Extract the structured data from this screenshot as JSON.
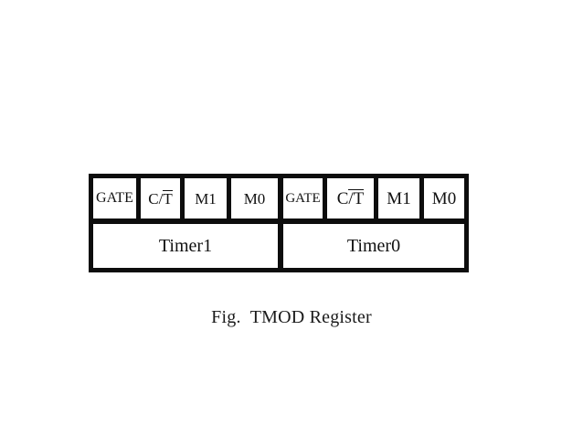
{
  "figure": {
    "caption": "Fig.  TMOD Register",
    "border_color": "#0d0d0d",
    "background_color": "#ffffff",
    "bit_row": {
      "timer1": {
        "group_label": "Timer1",
        "bits": [
          {
            "label": "GATE",
            "overbar": "none"
          },
          {
            "label": "C/T",
            "overbar": "narrow",
            "base": "C/",
            "barred": "T"
          },
          {
            "label": "M1",
            "overbar": "none"
          },
          {
            "label": "M0",
            "overbar": "none"
          }
        ]
      },
      "timer0": {
        "group_label": "Timer0",
        "bits": [
          {
            "label": "GATE",
            "overbar": "none"
          },
          {
            "label": "C/T",
            "overbar": "wide",
            "base": "C",
            "barred": "/T"
          },
          {
            "label": "M1",
            "overbar": "none"
          },
          {
            "label": "M0",
            "overbar": "none"
          }
        ]
      }
    }
  }
}
